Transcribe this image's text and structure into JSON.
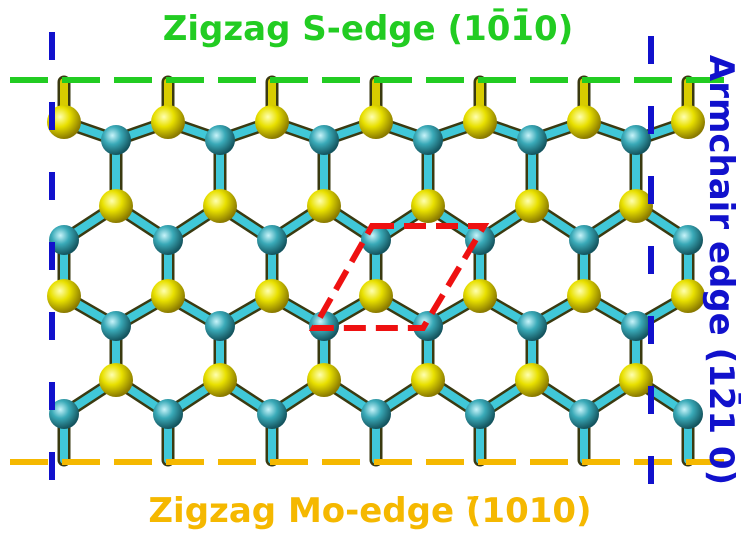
{
  "labels": {
    "top_edge": "Zigzag S-edge (10̄1̄0)",
    "bottom_edge": "Zigzag Mo-edge (̄1010)",
    "right_edge": "Armchair edge (12̄̄1 0)"
  },
  "colors": {
    "top_edge": "#22cc22",
    "bottom_edge": "#f5b800",
    "right_edge": "#1111cc",
    "unit_cell": "#ee1111",
    "sulfur": "#e8e000",
    "molybdenum": "#3aaab8",
    "bond_s": "#d8cc00",
    "bond_mo": "#40c8d8"
  }
}
